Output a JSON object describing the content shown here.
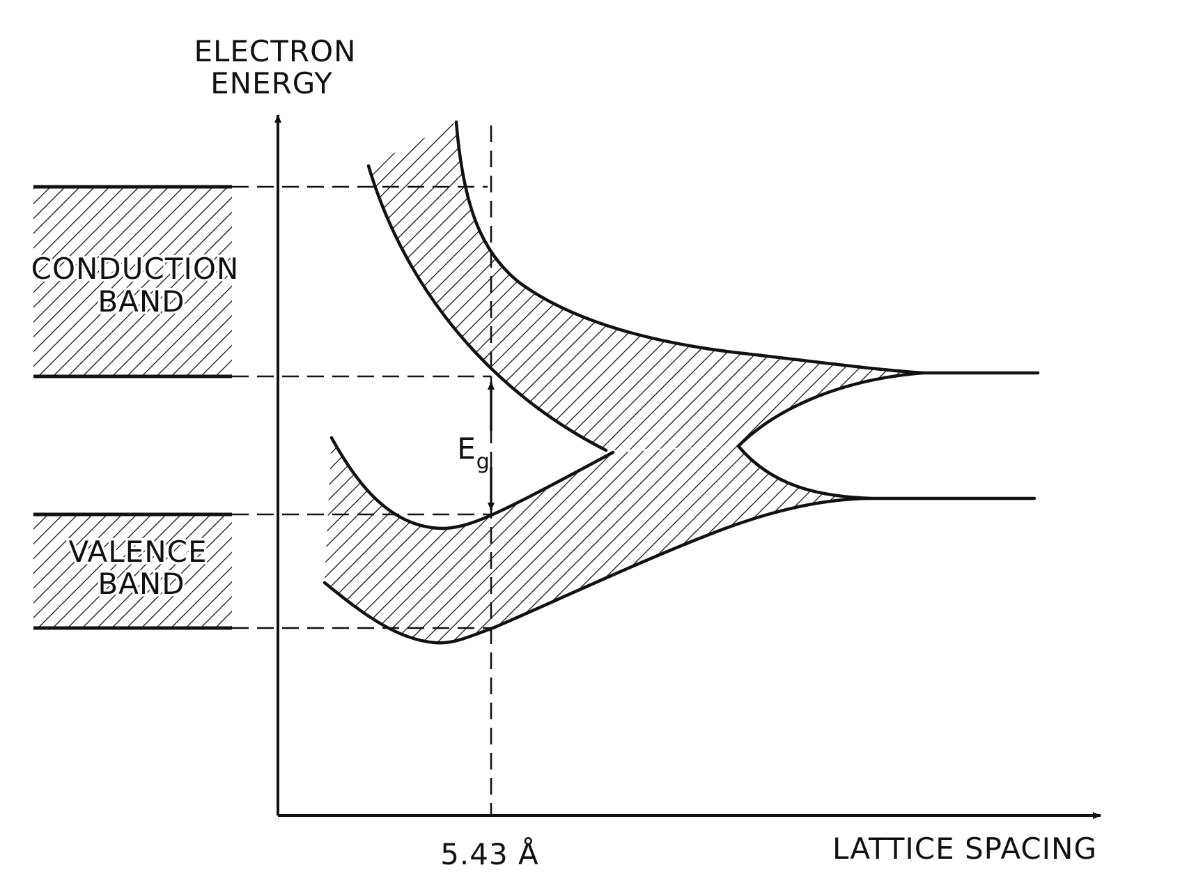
{
  "y_axis_label": [
    "ELECTRON",
    "ENERGY"
  ],
  "x_axis_label": "LATTICE SPACING",
  "x_marker_label": "5.43 Å",
  "conduction_band_label": [
    "CONDUCTION",
    "BAND"
  ],
  "valence_band_label": [
    "VALENCE",
    "BAND"
  ],
  "gap_label": {
    "main": "E",
    "subscript": "g"
  },
  "colors": {
    "ink": "#111111",
    "background": "#ffffff"
  }
}
